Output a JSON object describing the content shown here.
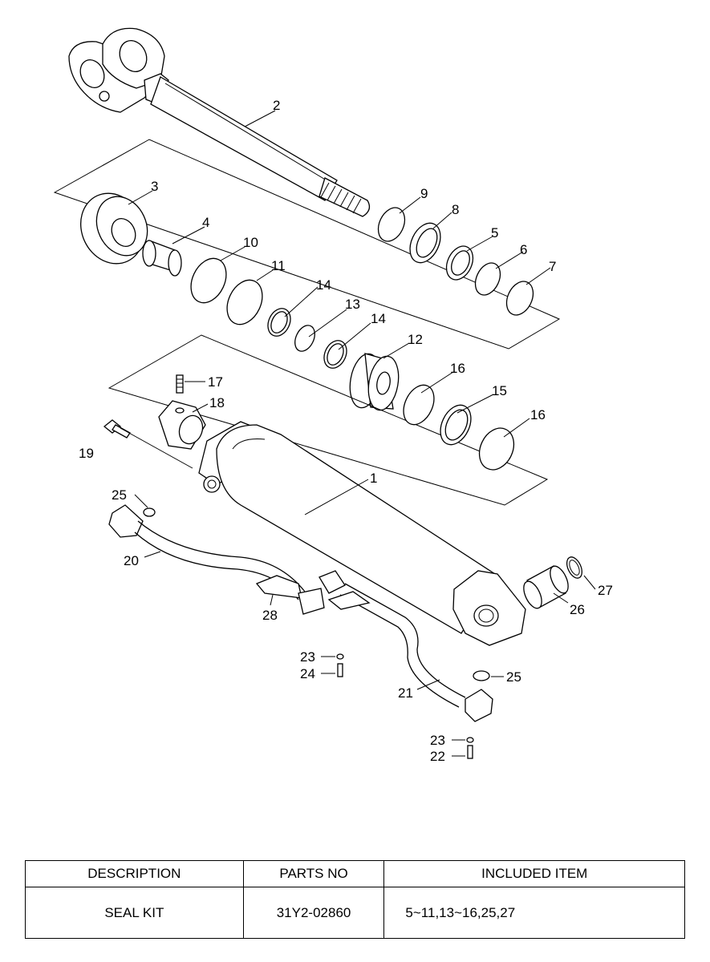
{
  "diagram": {
    "callouts": [
      {
        "id": "c1",
        "text": "1"
      },
      {
        "id": "c2",
        "text": "2"
      },
      {
        "id": "c3",
        "text": "3"
      },
      {
        "id": "c4",
        "text": "4"
      },
      {
        "id": "c5",
        "text": "5"
      },
      {
        "id": "c6",
        "text": "6"
      },
      {
        "id": "c7",
        "text": "7"
      },
      {
        "id": "c8",
        "text": "8"
      },
      {
        "id": "c9",
        "text": "9"
      },
      {
        "id": "c10",
        "text": "10"
      },
      {
        "id": "c11",
        "text": "11"
      },
      {
        "id": "c12",
        "text": "12"
      },
      {
        "id": "c13",
        "text": "13"
      },
      {
        "id": "c14a",
        "text": "14"
      },
      {
        "id": "c14b",
        "text": "14"
      },
      {
        "id": "c15",
        "text": "15"
      },
      {
        "id": "c16a",
        "text": "16"
      },
      {
        "id": "c16b",
        "text": "16"
      },
      {
        "id": "c17",
        "text": "17"
      },
      {
        "id": "c18",
        "text": "18"
      },
      {
        "id": "c19",
        "text": "19"
      },
      {
        "id": "c20",
        "text": "20"
      },
      {
        "id": "c21",
        "text": "21"
      },
      {
        "id": "c22",
        "text": "22"
      },
      {
        "id": "c23a",
        "text": "23"
      },
      {
        "id": "c23b",
        "text": "23"
      },
      {
        "id": "c24",
        "text": "24"
      },
      {
        "id": "c25a",
        "text": "25"
      },
      {
        "id": "c25b",
        "text": "25"
      },
      {
        "id": "c26",
        "text": "26"
      },
      {
        "id": "c27",
        "text": "27"
      },
      {
        "id": "c28",
        "text": "28"
      }
    ]
  },
  "table": {
    "headers": [
      "DESCRIPTION",
      "PARTS NO",
      "INCLUDED ITEM"
    ],
    "rows": [
      [
        "SEAL KIT",
        "31Y2-02860",
        "5~11,13~16,25,27"
      ]
    ]
  }
}
